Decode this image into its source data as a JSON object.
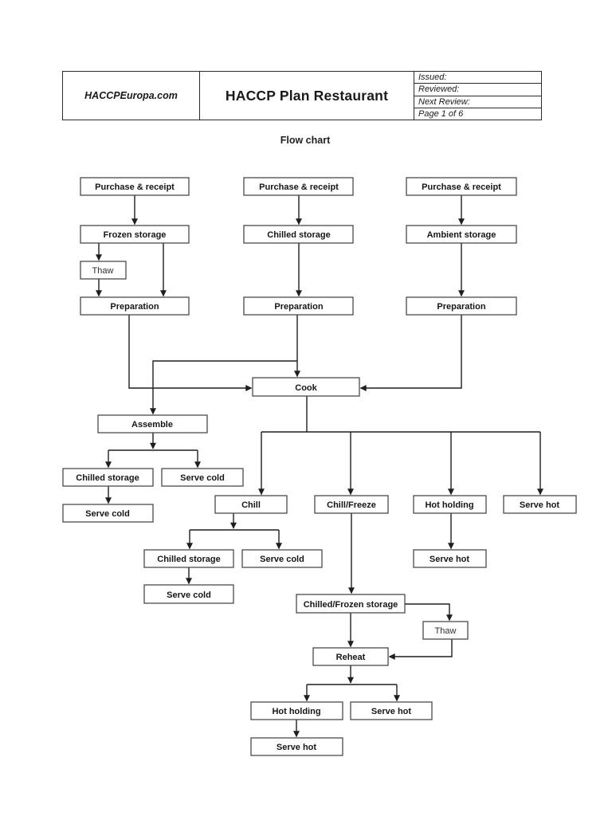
{
  "header": {
    "site": "HACCPEuropa.com",
    "title": "HACCP Plan Restaurant",
    "meta": [
      "Issued:",
      "Reviewed:",
      "Next Review:",
      "Page 1 of 6"
    ]
  },
  "flow_title": "Flow chart",
  "flowchart": {
    "nodes": {
      "purchase_receipt_1": {
        "label": "Purchase & receipt"
      },
      "purchase_receipt_2": {
        "label": "Purchase & receipt"
      },
      "purchase_receipt_3": {
        "label": "Purchase & receipt"
      },
      "frozen_storage": {
        "label": "Frozen storage"
      },
      "chilled_storage_top": {
        "label": "Chilled storage"
      },
      "ambient_storage": {
        "label": "Ambient storage"
      },
      "thaw_1": {
        "label": "Thaw"
      },
      "preparation_1": {
        "label": "Preparation"
      },
      "preparation_2": {
        "label": "Preparation"
      },
      "preparation_3": {
        "label": "Preparation"
      },
      "cook": {
        "label": "Cook"
      },
      "assemble": {
        "label": "Assemble"
      },
      "chilled_storage_assemble": {
        "label": "Chilled storage"
      },
      "serve_cold_assemble": {
        "label": "Serve cold"
      },
      "serve_cold_assemble_2": {
        "label": "Serve cold"
      },
      "chill": {
        "label": "Chill"
      },
      "chill_freeze": {
        "label": "Chill/Freeze"
      },
      "hot_holding_1": {
        "label": "Hot holding"
      },
      "serve_hot_1": {
        "label": "Serve hot"
      },
      "chilled_storage_chill": {
        "label": "Chilled storage"
      },
      "serve_cold_chill": {
        "label": "Serve cold"
      },
      "serve_cold_chill_2": {
        "label": "Serve cold"
      },
      "serve_hot_hold": {
        "label": "Serve hot"
      },
      "chilled_frozen_storage": {
        "label": "Chilled/Frozen storage"
      },
      "thaw_2": {
        "label": "Thaw"
      },
      "reheat": {
        "label": "Reheat"
      },
      "hot_holding_2": {
        "label": "Hot holding"
      },
      "serve_hot_2": {
        "label": "Serve hot"
      },
      "serve_hot_3": {
        "label": "Serve hot"
      }
    },
    "edges": [
      {
        "from": "purchase_receipt_1",
        "to": "frozen_storage"
      },
      {
        "from": "purchase_receipt_2",
        "to": "chilled_storage_top"
      },
      {
        "from": "purchase_receipt_3",
        "to": "ambient_storage"
      },
      {
        "from": "frozen_storage",
        "to": "thaw_1"
      },
      {
        "from": "frozen_storage",
        "to": "preparation_1"
      },
      {
        "from": "thaw_1",
        "to": "preparation_1"
      },
      {
        "from": "chilled_storage_top",
        "to": "preparation_2"
      },
      {
        "from": "ambient_storage",
        "to": "preparation_3"
      },
      {
        "from": "preparation_1",
        "to": "cook"
      },
      {
        "from": "preparation_2",
        "to": "cook"
      },
      {
        "from": "preparation_2",
        "to": "assemble"
      },
      {
        "from": "preparation_3",
        "to": "cook"
      },
      {
        "from": "assemble",
        "to": "chilled_storage_assemble"
      },
      {
        "from": "assemble",
        "to": "serve_cold_assemble"
      },
      {
        "from": "chilled_storage_assemble",
        "to": "serve_cold_assemble_2"
      },
      {
        "from": "cook",
        "to": "chill"
      },
      {
        "from": "cook",
        "to": "chill_freeze"
      },
      {
        "from": "cook",
        "to": "hot_holding_1"
      },
      {
        "from": "cook",
        "to": "serve_hot_1"
      },
      {
        "from": "chill",
        "to": "chilled_storage_chill"
      },
      {
        "from": "chill",
        "to": "serve_cold_chill"
      },
      {
        "from": "chilled_storage_chill",
        "to": "serve_cold_chill_2"
      },
      {
        "from": "chill_freeze",
        "to": "chilled_frozen_storage"
      },
      {
        "from": "hot_holding_1",
        "to": "serve_hot_hold"
      },
      {
        "from": "chilled_frozen_storage",
        "to": "thaw_2"
      },
      {
        "from": "chilled_frozen_storage",
        "to": "reheat"
      },
      {
        "from": "thaw_2",
        "to": "reheat"
      },
      {
        "from": "reheat",
        "to": "hot_holding_2"
      },
      {
        "from": "reheat",
        "to": "serve_hot_2"
      },
      {
        "from": "hot_holding_2",
        "to": "serve_hot_3"
      }
    ]
  }
}
